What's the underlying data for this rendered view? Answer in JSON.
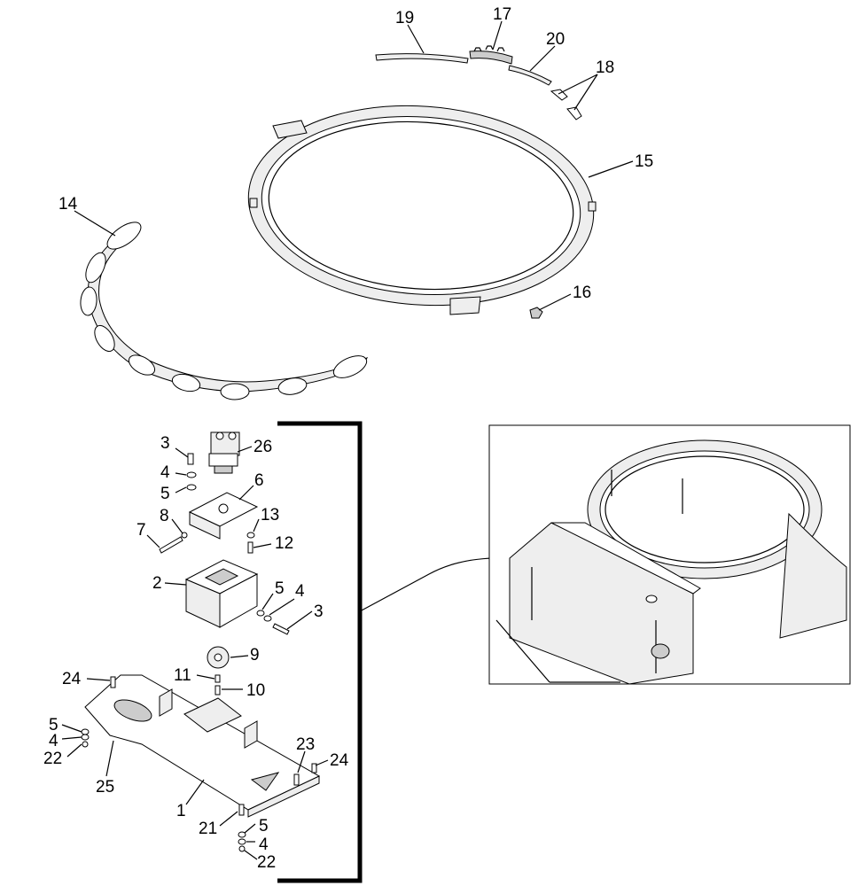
{
  "callouts": {
    "c19": "19",
    "c17": "17",
    "c20": "20",
    "c18": "18",
    "c15": "15",
    "c14": "14",
    "c16": "16",
    "c3a": "3",
    "c26": "26",
    "c4a": "4",
    "c5a": "5",
    "c6": "6",
    "c7": "7",
    "c8": "8",
    "c13": "13",
    "c12": "12",
    "c2": "2",
    "c5b": "5",
    "c4b": "4",
    "c3b": "3",
    "c9": "9",
    "c11": "11",
    "c10": "10",
    "c24a": "24",
    "c5c": "5",
    "c4c": "4",
    "c22a": "22",
    "c25": "25",
    "c23": "23",
    "c24b": "24",
    "c1": "1",
    "c21": "21",
    "c5d": "5",
    "c4d": "4",
    "c22b": "22"
  }
}
